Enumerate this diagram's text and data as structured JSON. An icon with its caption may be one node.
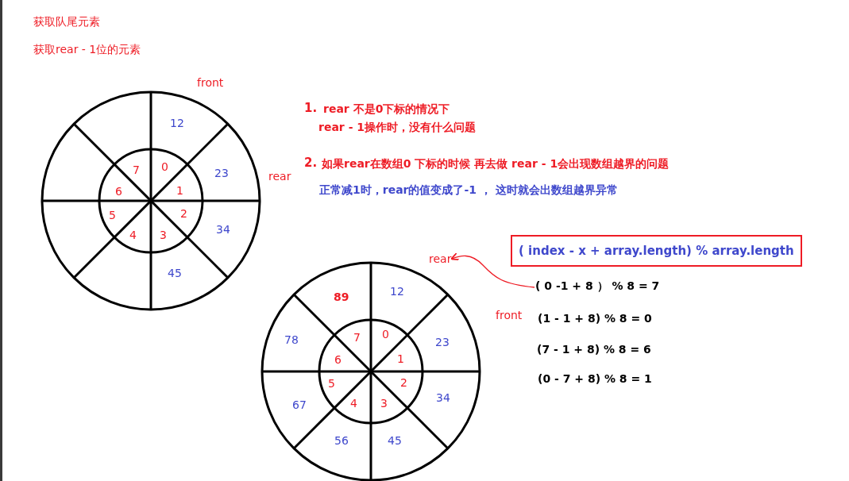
{
  "diagram": {
    "nodes": [
      {
        "text": [
          "rear"
        ]
      },
      {
        "text": [
          "( index - x + array.length) % array.length"
        ]
      },
      {
        "text": [
          "( 0 -1 + 8 ） % 8  = 7"
        ]
      }
    ],
    "edges": [
      {
        "from": 2,
        "to": 0,
        "arrow": "to"
      }
    ],
    "labels": [
      "获取队尾元素",
      "获取rear - 1位的元素",
      "front",
      "12",
      "1.",
      "rear 不是0下标的情况下",
      "rear - 1操作时，没有什么问题",
      "7",
      "0",
      "23",
      "rear",
      "2.",
      "如果rear在数组0 下标的时候  再去做 rear - 1会出现数组越界的问题",
      "正常减1时，rear的值变成了-1 ， 这时就会出数组越界异常",
      "6",
      "1",
      "5",
      "2",
      "34",
      "4",
      "3",
      "45",
      "89",
      "12",
      "front",
      "(1 - 1 + 8) % 8 = 0",
      "78",
      "7",
      "0",
      "23",
      "6",
      "1",
      "(7 - 1 + 8) % 8 = 6",
      "5",
      "2",
      "34",
      "4",
      "3",
      "(0 - 7 + 8) % 8 =  1",
      "67",
      "56",
      "45"
    ]
  }
}
